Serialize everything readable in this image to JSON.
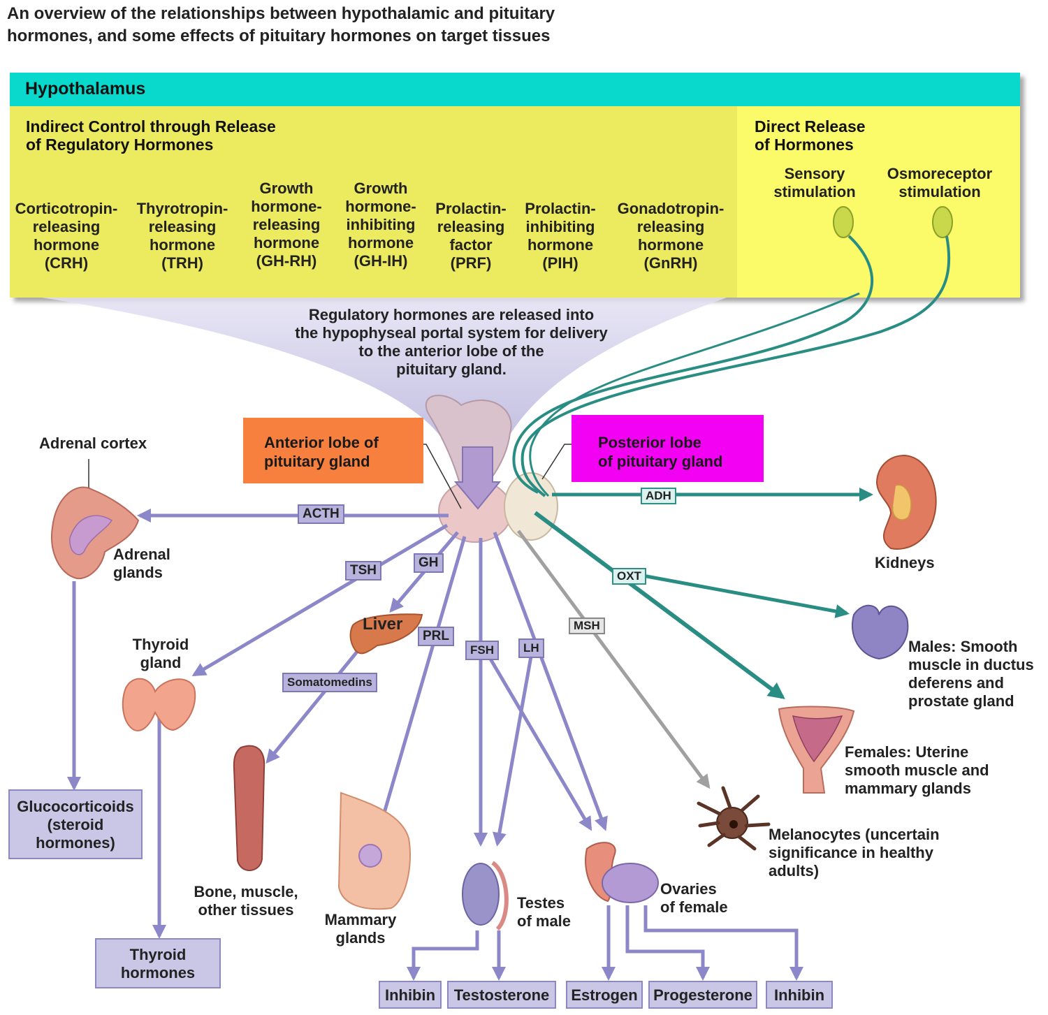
{
  "title": "An overview of the relationships between hypothalamic and pituitary\nhormones, and some effects of pituitary hormones on target tissues",
  "hypothalamus": {
    "header": "Hypothalamus",
    "indirect_title": "Indirect Control through Release\nof Regulatory Hormones",
    "direct_title": "Direct Release\nof Hormones",
    "regulatory_hormones": [
      "Corticotropin-\nreleasing\nhormone\n(CRH)",
      "Thyrotropin-\nreleasing\nhormone\n(TRH)",
      "Growth\nhormone-\nreleasing\nhormone\n(GH-RH)",
      "Growth\nhormone-\ninhibiting\nhormone\n(GH-IH)",
      "Prolactin-\nreleasing\nfactor\n(PRF)",
      "Prolactin-\ninhibiting\nhormone\n(PIH)",
      "Gonadotropin-\nreleasing\nhormone\n(GnRH)"
    ],
    "stimuli": [
      "Sensory\nstimulation",
      "Osmoreceptor\nstimulation"
    ]
  },
  "portal_note": "Regulatory hormones are released into\nthe hypophyseal portal system for delivery\nto the anterior lobe of the\npituitary gland.",
  "pituitary": {
    "anterior": "Anterior lobe of\npituitary gland",
    "posterior": "Posterior lobe\nof pituitary gland"
  },
  "hormone_tags": {
    "acth": "ACTH",
    "tsh": "TSH",
    "gh": "GH",
    "prl": "PRL",
    "fsh": "FSH",
    "lh": "LH",
    "msh": "MSH",
    "adh": "ADH",
    "oxt": "OXT",
    "somatomedins": "Somatomedins"
  },
  "targets": {
    "adrenal_cortex": "Adrenal cortex",
    "adrenal_glands": "Adrenal\nglands",
    "thyroid_gland": "Thyroid\ngland",
    "liver": "Liver",
    "bone_muscle": "Bone, muscle,\nother tissues",
    "mammary": "Mammary\nglands",
    "testes": "Testes\nof male",
    "ovaries": "Ovaries\nof female",
    "melanocytes": "Melanocytes (uncertain\nsignificance in healthy\nadults)",
    "kidneys": "Kidneys",
    "males": "Males: Smooth\nmuscle in ductus\ndeferens and\nprostate gland",
    "females": "Females: Uterine\nsmooth muscle and\nmammary glands"
  },
  "products": {
    "glucocorticoids": "Glucocorticoids\n(steroid\nhormones)",
    "thyroid_hormones": "Thyroid\nhormones",
    "inhibin_male": "Inhibin",
    "testosterone": "Testosterone",
    "estrogen": "Estrogen",
    "progesterone": "Progesterone",
    "inhibin_female": "Inhibin"
  },
  "colors": {
    "hypothalamus_header": "#08d9cc",
    "hypothalamus_body": "#ecea5e",
    "anterior_box": "#f7803f",
    "posterior_box": "#f201f2",
    "anterior_arrows": "#8c87c8",
    "posterior_arrows": "#2a8d84",
    "msh_arrow": "#a0a0a0"
  }
}
